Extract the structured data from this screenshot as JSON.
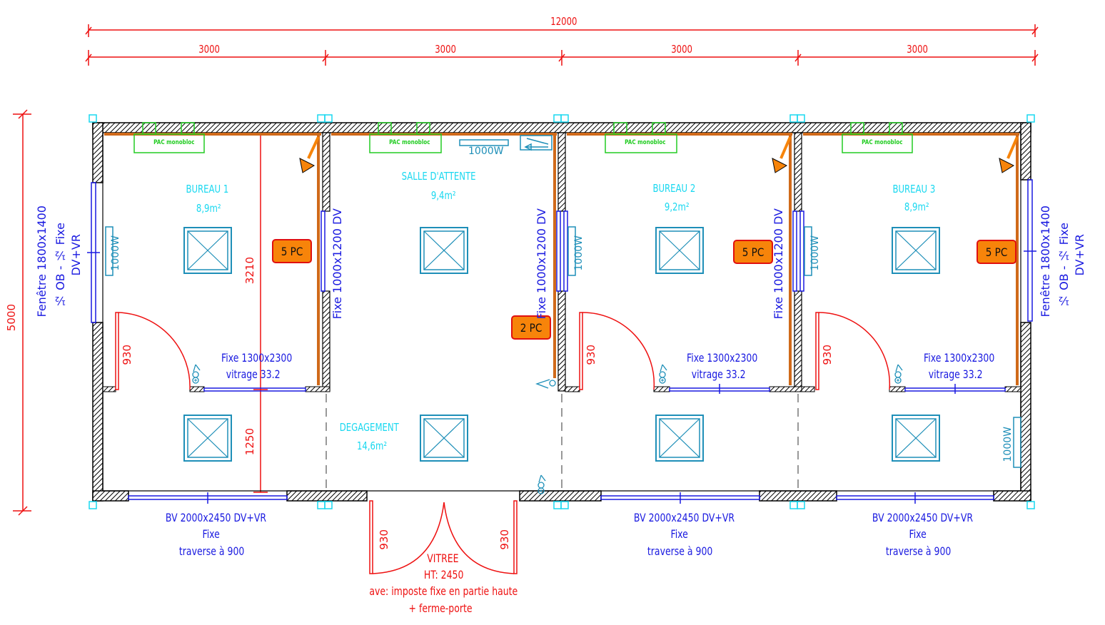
{
  "drawing": {
    "type": "floor plan",
    "colors": {
      "wall": "#000000",
      "dimension": "#ee1111",
      "window": "#1a1ae0",
      "room_label": "#19d8f0",
      "pac": "#22cc22",
      "insulation": "#d06a1a",
      "pc_badge_fill": "#f7840a",
      "pc_badge_border": "#e01010",
      "equipment": "#1e8fb8",
      "grid_marker": "#19d8f0"
    }
  },
  "dimensions": {
    "overall_width": "12000",
    "module_widths": [
      "3000",
      "3000",
      "3000",
      "3000"
    ],
    "overall_depth": "5000",
    "office_depth": "3210",
    "corridor_depth": "1250",
    "door_width": "930"
  },
  "rooms": [
    {
      "name": "BUREAU 1",
      "area": "8,9m²"
    },
    {
      "name": "SALLE D'ATTENTE",
      "area": "9,4m²"
    },
    {
      "name": "BUREAU 2",
      "area": "9,2m²"
    },
    {
      "name": "BUREAU 3",
      "area": "8,9m²"
    },
    {
      "name": "DEGAGEMENT",
      "area": "14,6m²"
    }
  ],
  "pc_badges": [
    "5 PC",
    "2 PC",
    "5 PC",
    "5 PC"
  ],
  "equipment": {
    "pac_label": "PAC monobloc",
    "heater_label": "1000W"
  },
  "windows": {
    "side_window_line1": "Fenêtre 1800x1400",
    "side_window_line2": "½ OB - ½ Fixe",
    "side_window_line3": "DV+VR",
    "interior_fixe": "Fixe 1000x1200 DV",
    "partition_line1": "Fixe 1300x2300",
    "partition_line2": "vitrage 33.2",
    "bay_line1": "BV 2000x2450 DV+VR",
    "bay_line2": "Fixe",
    "bay_line3": "traverse à 900"
  },
  "entrance_door": {
    "line1": "VITREE",
    "line2": "HT: 2450",
    "line3": "ave: imposte fixe en partie haute",
    "line4": "+ ferme-porte"
  }
}
